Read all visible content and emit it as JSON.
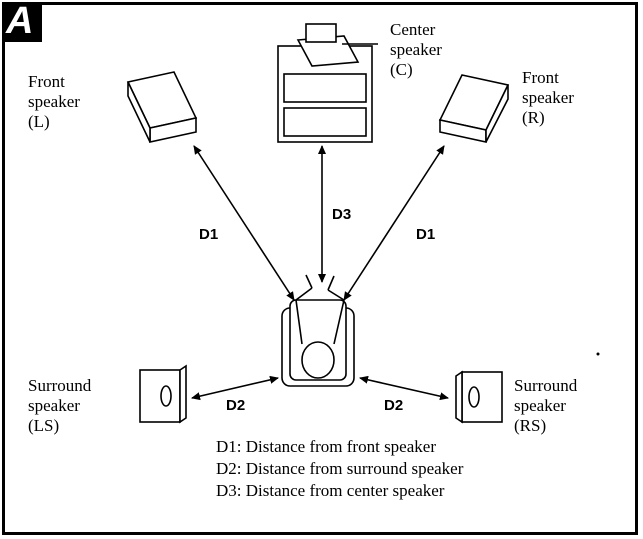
{
  "badge": "A",
  "speakers": {
    "front_left": "Front\nspeaker\n(L)",
    "center": "Center\nspeaker\n(C)",
    "front_right": "Front\nspeaker\n(R)",
    "surround_left": "Surround\nspeaker\n(LS)",
    "surround_right": "Surround\nspeaker\n(RS)"
  },
  "distances": {
    "d1_left": "D1",
    "d3": "D3",
    "d1_right": "D1",
    "d2_left": "D2",
    "d2_right": "D2"
  },
  "legend": [
    "D1:  Distance from front speaker",
    "D2:  Distance from surround speaker",
    "D3:  Distance from center speaker"
  ]
}
